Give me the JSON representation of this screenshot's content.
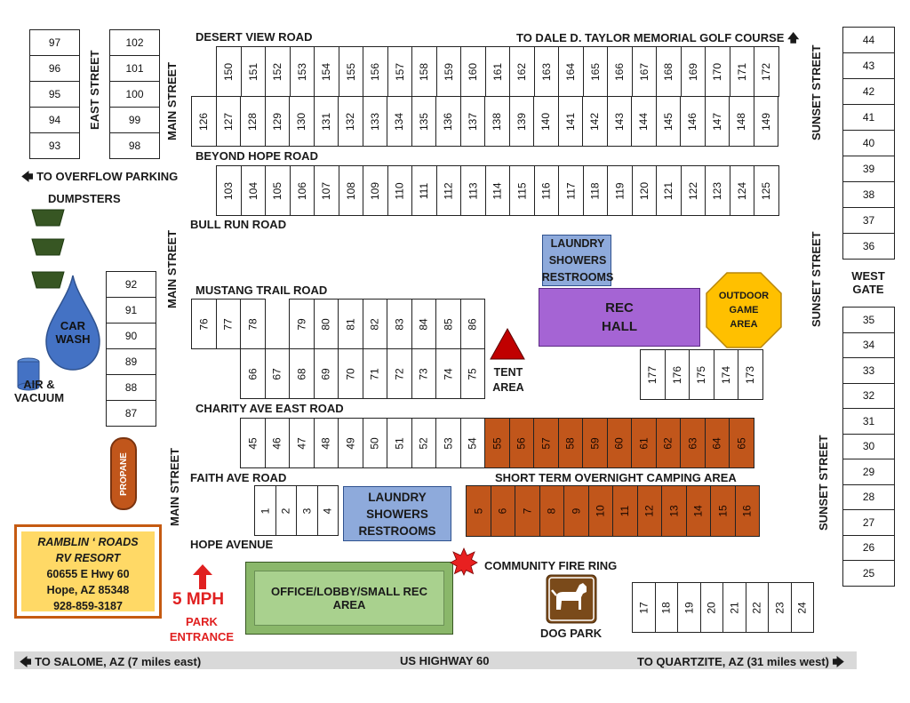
{
  "roads": {
    "desert_view": "DESERT VIEW ROAD",
    "golf_course": "TO DALE D. TAYLOR MEMORIAL GOLF COURSE",
    "beyond_hope": "BEYOND HOPE ROAD",
    "bull_run": "BULL RUN ROAD",
    "mustang_trail": "MUSTANG TRAIL ROAD",
    "charity_ave": "CHARITY AVE EAST ROAD",
    "faith_ave": "FAITH AVE ROAD",
    "hope_avenue": "HOPE AVENUE",
    "short_term": "SHORT TERM OVERNIGHT CAMPING AREA",
    "main_street": "MAIN STREET",
    "east_street": "EAST STREET",
    "sunset_street": "SUNSET STREET",
    "overflow": "TO OVERFLOW PARKING",
    "west_gate": "WEST\nGATE"
  },
  "highway": {
    "salome": "TO SALOME, AZ (7 miles east)",
    "name": "US HIGHWAY 60",
    "quartzite": "TO QUARTZITE, AZ (31 miles west)"
  },
  "facilities": {
    "dumpsters": "DUMPSTERS",
    "car_wash": "CAR\nWASH",
    "air_vacuum": "AIR &\nVACUUM",
    "propane": "PROPANE",
    "laundry_top": "LAUNDRY\nSHOWERS\nRESTROOMS",
    "rec_hall": "REC\nHALL",
    "outdoor_game": "OUTDOOR\nGAME\nAREA",
    "tent_area": "TENT\nAREA",
    "laundry_bottom": "LAUNDRY\nSHOWERS\nRESTROOMS",
    "office": "OFFICE/LOBBY/SMALL REC AREA",
    "fire_ring": "COMMUNITY FIRE RING",
    "dog_park": "DOG PARK",
    "speed": "5 MPH",
    "entrance": "PARK\nENTRANCE"
  },
  "resort": {
    "name": "RAMBLIN ‘ ROADS",
    "subname": "RV RESORT",
    "address": "60655 E Hwy 60",
    "city": "Hope, AZ 85348",
    "phone": "928-859-3187"
  },
  "colors": {
    "brown_site": "#c1561b",
    "laundry": "#8eaadb",
    "rec_hall": "#a564d4",
    "game_area": "#ffc000",
    "office": "#a9d18e",
    "car_wash": "#4472c4",
    "dumpster": "#375623",
    "speed_red": "#e02020",
    "highway_bar": "#d9d9d9"
  },
  "sites": {
    "desert_upper": [
      "150",
      "151",
      "152",
      "153",
      "154",
      "155",
      "156",
      "157",
      "158",
      "159",
      "160",
      "161",
      "162",
      "163",
      "164",
      "165",
      "166",
      "167",
      "168",
      "169",
      "170",
      "171",
      "172"
    ],
    "desert_lower": [
      "126",
      "127",
      "128",
      "129",
      "130",
      "131",
      "132",
      "133",
      "134",
      "135",
      "136",
      "137",
      "138",
      "139",
      "140",
      "141",
      "142",
      "143",
      "144",
      "145",
      "146",
      "147",
      "148",
      "149"
    ],
    "beyond_hope": [
      "103",
      "104",
      "105",
      "106",
      "107",
      "108",
      "109",
      "110",
      "111",
      "112",
      "113",
      "114",
      "115",
      "116",
      "117",
      "118",
      "119",
      "120",
      "121",
      "122",
      "123",
      "124",
      "125"
    ],
    "west_col_a": [
      "97",
      "96",
      "95",
      "94",
      "93"
    ],
    "west_col_b": [
      "102",
      "101",
      "100",
      "99",
      "98"
    ],
    "west_col_c": [
      "92",
      "91",
      "90",
      "89",
      "88",
      "87"
    ],
    "east_col_top": [
      "44",
      "43",
      "42",
      "41",
      "40",
      "39",
      "38",
      "37",
      "36"
    ],
    "east_col_bottom": [
      "35",
      "34",
      "33",
      "32",
      "31",
      "30",
      "29",
      "28",
      "27",
      "26",
      "25"
    ],
    "mustang_upper_a": [
      "76",
      "77",
      "78"
    ],
    "mustang_upper_b": [
      "79",
      "80",
      "81",
      "82",
      "83",
      "84",
      "85",
      "86"
    ],
    "mustang_lower": [
      "66",
      "67",
      "68",
      "69",
      "70",
      "71",
      "72",
      "73",
      "74",
      "75"
    ],
    "rec_row": [
      "177",
      "176",
      "175",
      "174",
      "173"
    ],
    "charity_white": [
      "45",
      "46",
      "47",
      "48",
      "49",
      "50",
      "51",
      "52",
      "53",
      "54"
    ],
    "charity_brown": [
      "55",
      "56",
      "57",
      "58",
      "59",
      "60",
      "61",
      "62",
      "63",
      "64",
      "65"
    ],
    "faith": [
      "1",
      "2",
      "3",
      "4"
    ],
    "short_term": [
      "5",
      "6",
      "7",
      "8",
      "9",
      "10",
      "11",
      "12",
      "13",
      "14",
      "15",
      "16"
    ],
    "highway_row": [
      "17",
      "18",
      "19",
      "20",
      "21",
      "22",
      "23",
      "24"
    ]
  }
}
